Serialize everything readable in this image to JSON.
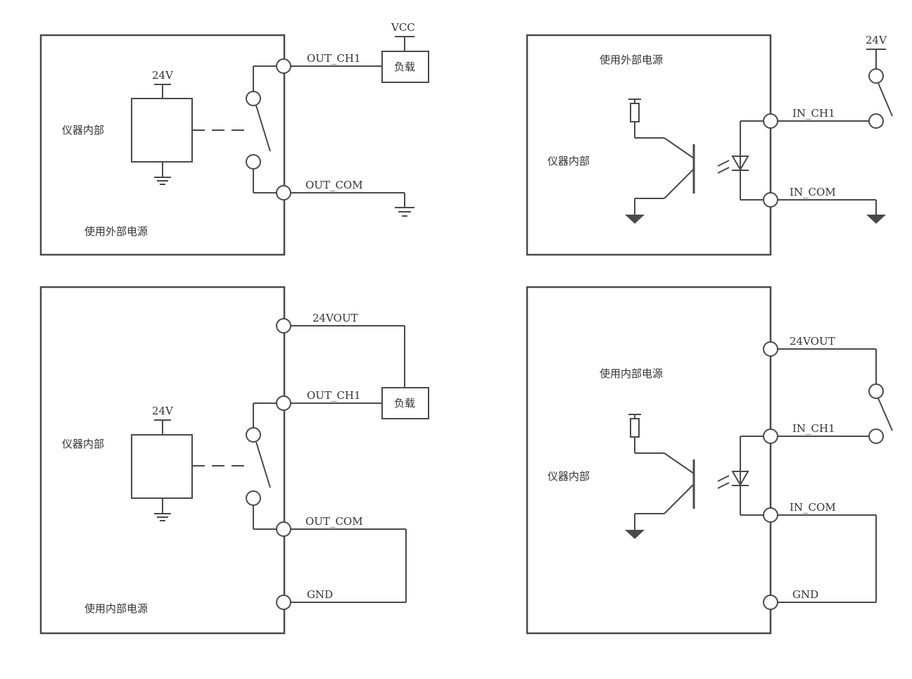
{
  "panels": {
    "tl": {
      "internal": "仪器内部",
      "caption": "使用外部电源",
      "supply": "24V",
      "vcc": "VCC",
      "load": "负载",
      "t1": "OUT_CH1",
      "t2": "OUT_COM"
    },
    "tr": {
      "internal": "仪器内部",
      "caption": "使用外部电源",
      "supply": "24V",
      "t1": "IN_CH1",
      "t2": "IN_COM"
    },
    "bl": {
      "internal": "仪器内部",
      "caption": "使用内部电源",
      "supply": "24V",
      "load": "负载",
      "t0": "24VOUT",
      "t1": "OUT_CH1",
      "t2": "OUT_COM",
      "t3": "GND"
    },
    "br": {
      "internal": "仪器内部",
      "caption": "使用内部电源",
      "t0": "24VOUT",
      "t1": "IN_CH1",
      "t2": "IN_COM",
      "t3": "GND"
    }
  }
}
